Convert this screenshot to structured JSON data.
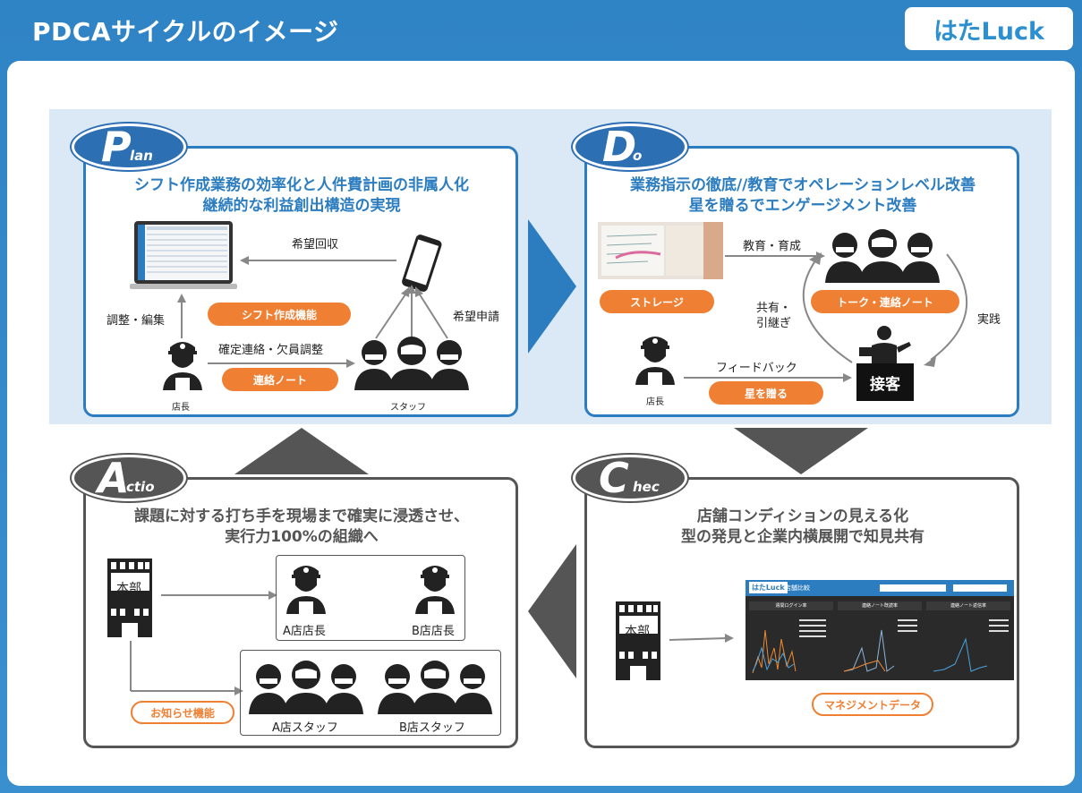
{
  "page_title": "PDCAサイクルのイメージ",
  "logo_text": "はたLuck",
  "plan": {
    "badge_big": "P",
    "badge_small": "lan",
    "heading_line1": "シフト作成業務の効率化と人件費計画の非属人化",
    "heading_line2": "継続的な利益創出構造の実現",
    "arrow_collect": "希望回収",
    "arrow_edit": "調整・編集",
    "arrow_request": "希望申請",
    "arrow_confirm": "確定連絡・欠員調整",
    "pill_shift": "シフト作成機能",
    "pill_note": "連絡ノート",
    "label_manager": "店長",
    "label_staff": "スタッフ"
  },
  "do": {
    "badge_big": "D",
    "badge_small": "o",
    "heading_line1": "業務指示の徹底//教育でオペレーションレベル改善",
    "heading_line2": "星を贈るでエンゲージメント改善",
    "arrow_education": "教育・育成",
    "label_share_line1": "共有・",
    "label_share_line2": "引継ぎ",
    "label_practice": "実践",
    "arrow_feedback": "フィードバック",
    "pill_storage": "ストレージ",
    "pill_talk": "トーク・連絡ノート",
    "pill_star": "星を贈る",
    "label_manager": "店長",
    "label_service": "接客"
  },
  "check": {
    "badge_big": "C",
    "badge_small": "hec",
    "heading_line1": "店舗コンディションの見える化",
    "heading_line2": "型の発見と企業内横展開で知見共有",
    "label_hq": "本部",
    "pill_mgmt": "マネジメントデータ",
    "dashboard_logo": "はたLuck",
    "dashboard_title": "店舗比較",
    "dashboard_chart1": "週間ログイン率",
    "dashboard_chart2": "連絡ノート既読率",
    "dashboard_chart3": "連絡ノート返信率"
  },
  "action": {
    "badge_big": "A",
    "badge_small": "ctio",
    "heading_line1": "課題に対する打ち手を現場まで確実に浸透させ、",
    "heading_line2": "実行力100%の組織へ",
    "label_hq": "本部",
    "label_a_manager": "A店店長",
    "label_b_manager": "B店店長",
    "label_a_staff": "A店スタッフ",
    "label_b_staff": "B店スタッフ",
    "pill_notice": "お知らせ機能"
  },
  "colors": {
    "brand_blue": "#2c7dc0",
    "accent_orange": "#ef7f32",
    "dark_gray": "#555555"
  }
}
